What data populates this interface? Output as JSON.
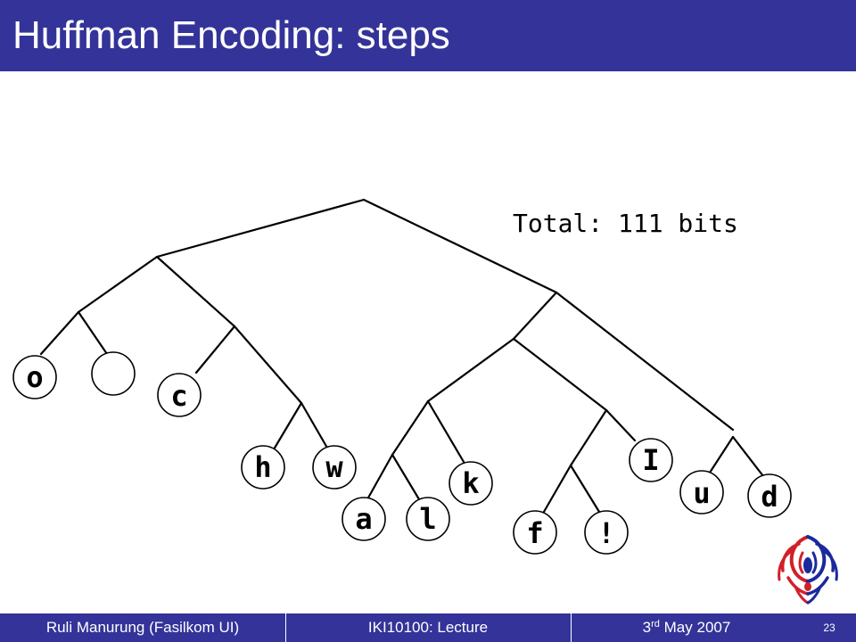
{
  "slide": {
    "title": "Huffman Encoding: steps",
    "total_label": "Total: 111 bits"
  },
  "tree": {
    "leaves": {
      "o": "o",
      "c": "c",
      "h": "h",
      "w": "w",
      "a": "a",
      "l": "l",
      "k": "k",
      "f": "f",
      "excl": "!",
      "I": "I",
      "u": "u",
      "d": "d"
    }
  },
  "footer": {
    "author": "Ruli Manurung (Fasilkom UI)",
    "course": "IKI10100: Lecture",
    "date_day": "3",
    "date_suffix": "rd",
    "date_rest": " May 2007",
    "page_number": "23"
  },
  "colors": {
    "header_bg": "#333399",
    "footer_bg": "#333399",
    "logo_red": "#d0202a",
    "logo_blue": "#1a2a9c"
  }
}
